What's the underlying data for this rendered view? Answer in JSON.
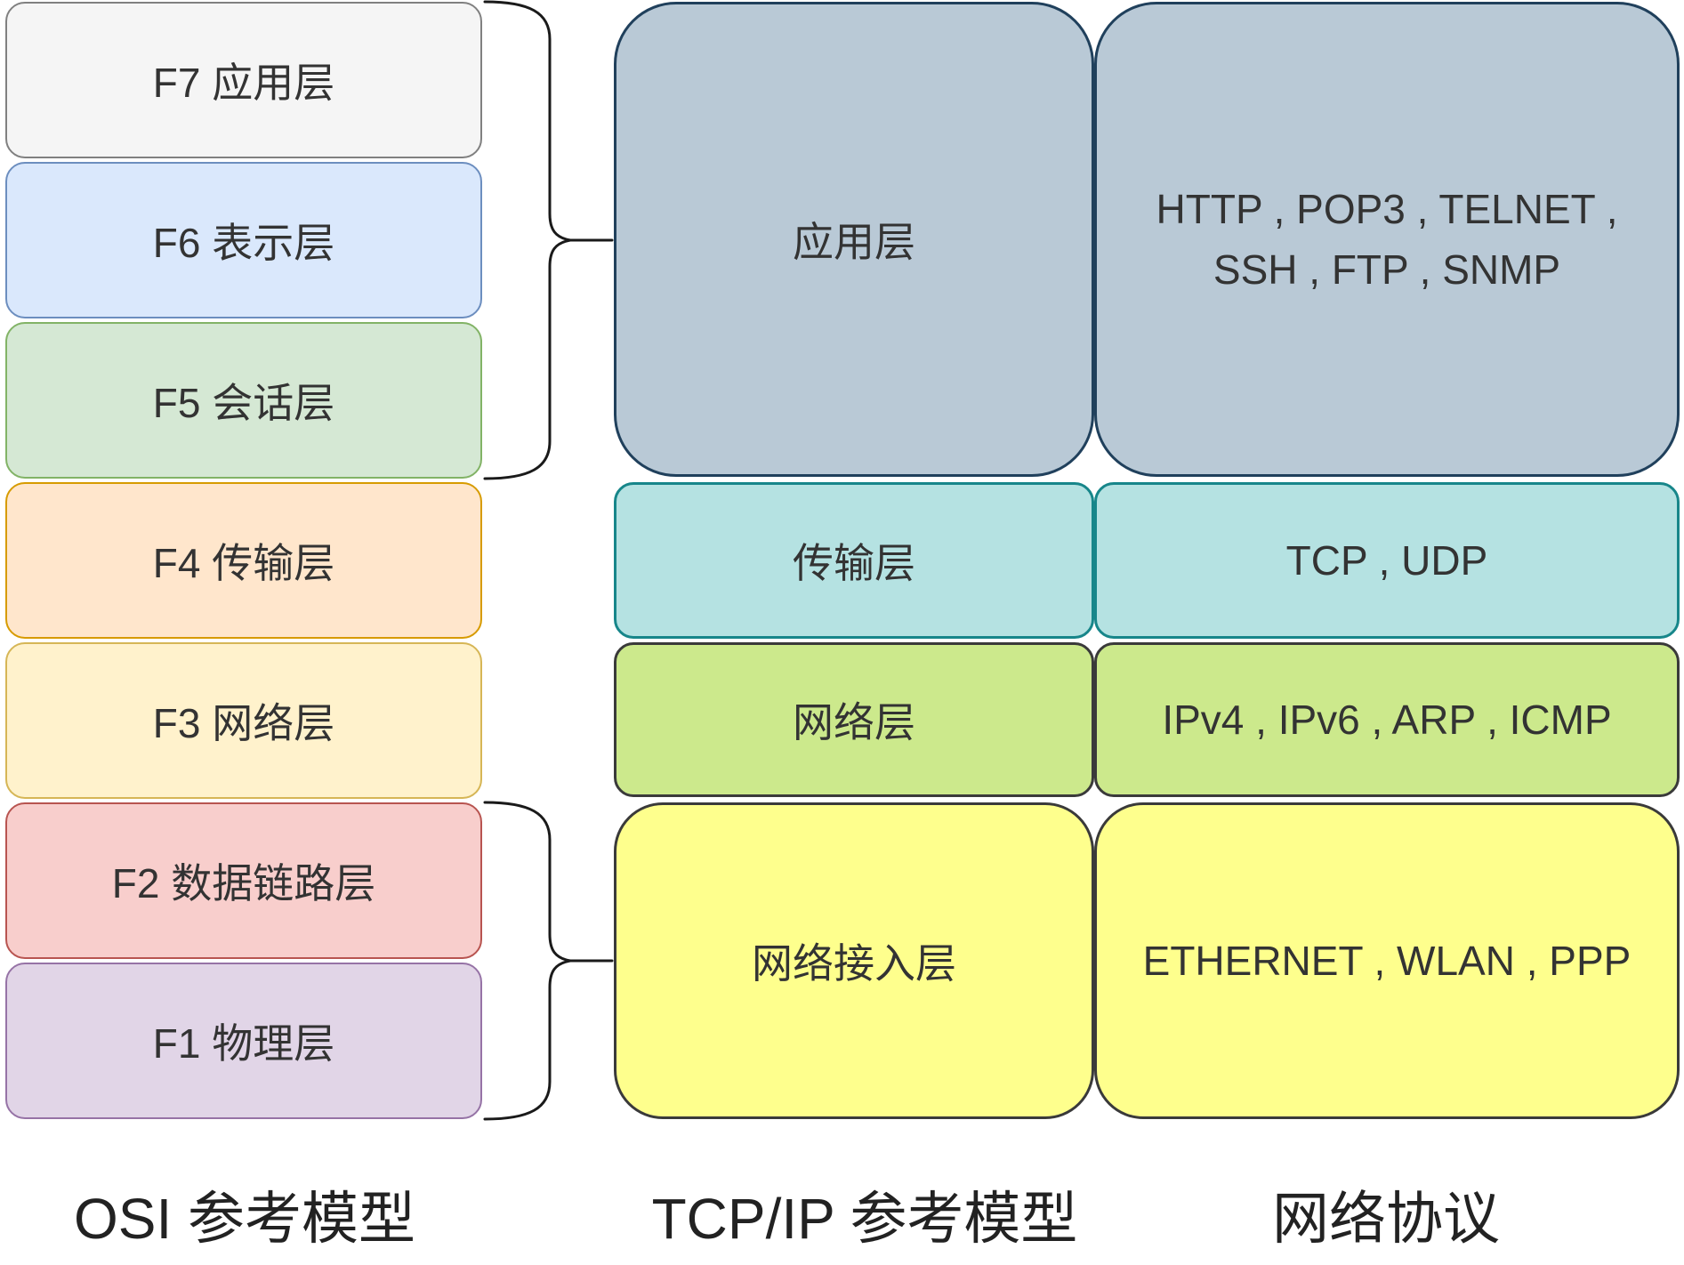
{
  "columns": {
    "osi": {
      "title": "OSI 参考模型",
      "layers": [
        {
          "label": "F7 应用层",
          "fill": "#f5f5f5",
          "border": "#808080"
        },
        {
          "label": "F6 表示层",
          "fill": "#dae8fc",
          "border": "#6c8ebf"
        },
        {
          "label": "F5 会话层",
          "fill": "#d5e8d4",
          "border": "#82b366"
        },
        {
          "label": "F4 传输层",
          "fill": "#ffe6cc",
          "border": "#d79b00"
        },
        {
          "label": "F3 网络层",
          "fill": "#fff2cc",
          "border": "#d6b656"
        },
        {
          "label": "F2 数据链路层",
          "fill": "#f8cecc",
          "border": "#b85450"
        },
        {
          "label": "F1 物理层",
          "fill": "#e1d5e7",
          "border": "#9673a6"
        }
      ]
    },
    "tcpip": {
      "title": "TCP/IP 参考模型",
      "layers": [
        {
          "label": "应用层",
          "fill": "#b9c9d6",
          "border": "#20405c"
        },
        {
          "label": "传输层",
          "fill": "#b5e2e2",
          "border": "#17868a"
        },
        {
          "label": "网络层",
          "fill": "#cce98c",
          "border": "#3a3a3a"
        },
        {
          "label": "网络接入层",
          "fill": "#feff8d",
          "border": "#3a3a3a"
        }
      ]
    },
    "protocols": {
      "title": "网络协议",
      "cells": [
        {
          "lines": [
            "HTTP , POP3 , TELNET ,",
            "SSH , FTP , SNMP"
          ],
          "fill": "#b9c9d6",
          "border": "#20405c"
        },
        {
          "lines": [
            "TCP , UDP"
          ],
          "fill": "#b5e2e2",
          "border": "#17868a"
        },
        {
          "lines": [
            "IPv4 , IPv6 , ARP , ICMP"
          ],
          "fill": "#cce98c",
          "border": "#3a3a3a"
        },
        {
          "lines": [
            "ETHERNET , WLAN , PPP"
          ],
          "fill": "#feff8d",
          "border": "#3a3a3a"
        }
      ]
    }
  },
  "braces": [
    {
      "groups": "F7–F5",
      "points_to": "应用层",
      "color": "#1a1a1a"
    },
    {
      "groups": "F2–F1",
      "points_to": "网络接入层",
      "color": "#1a1a1a"
    }
  ]
}
